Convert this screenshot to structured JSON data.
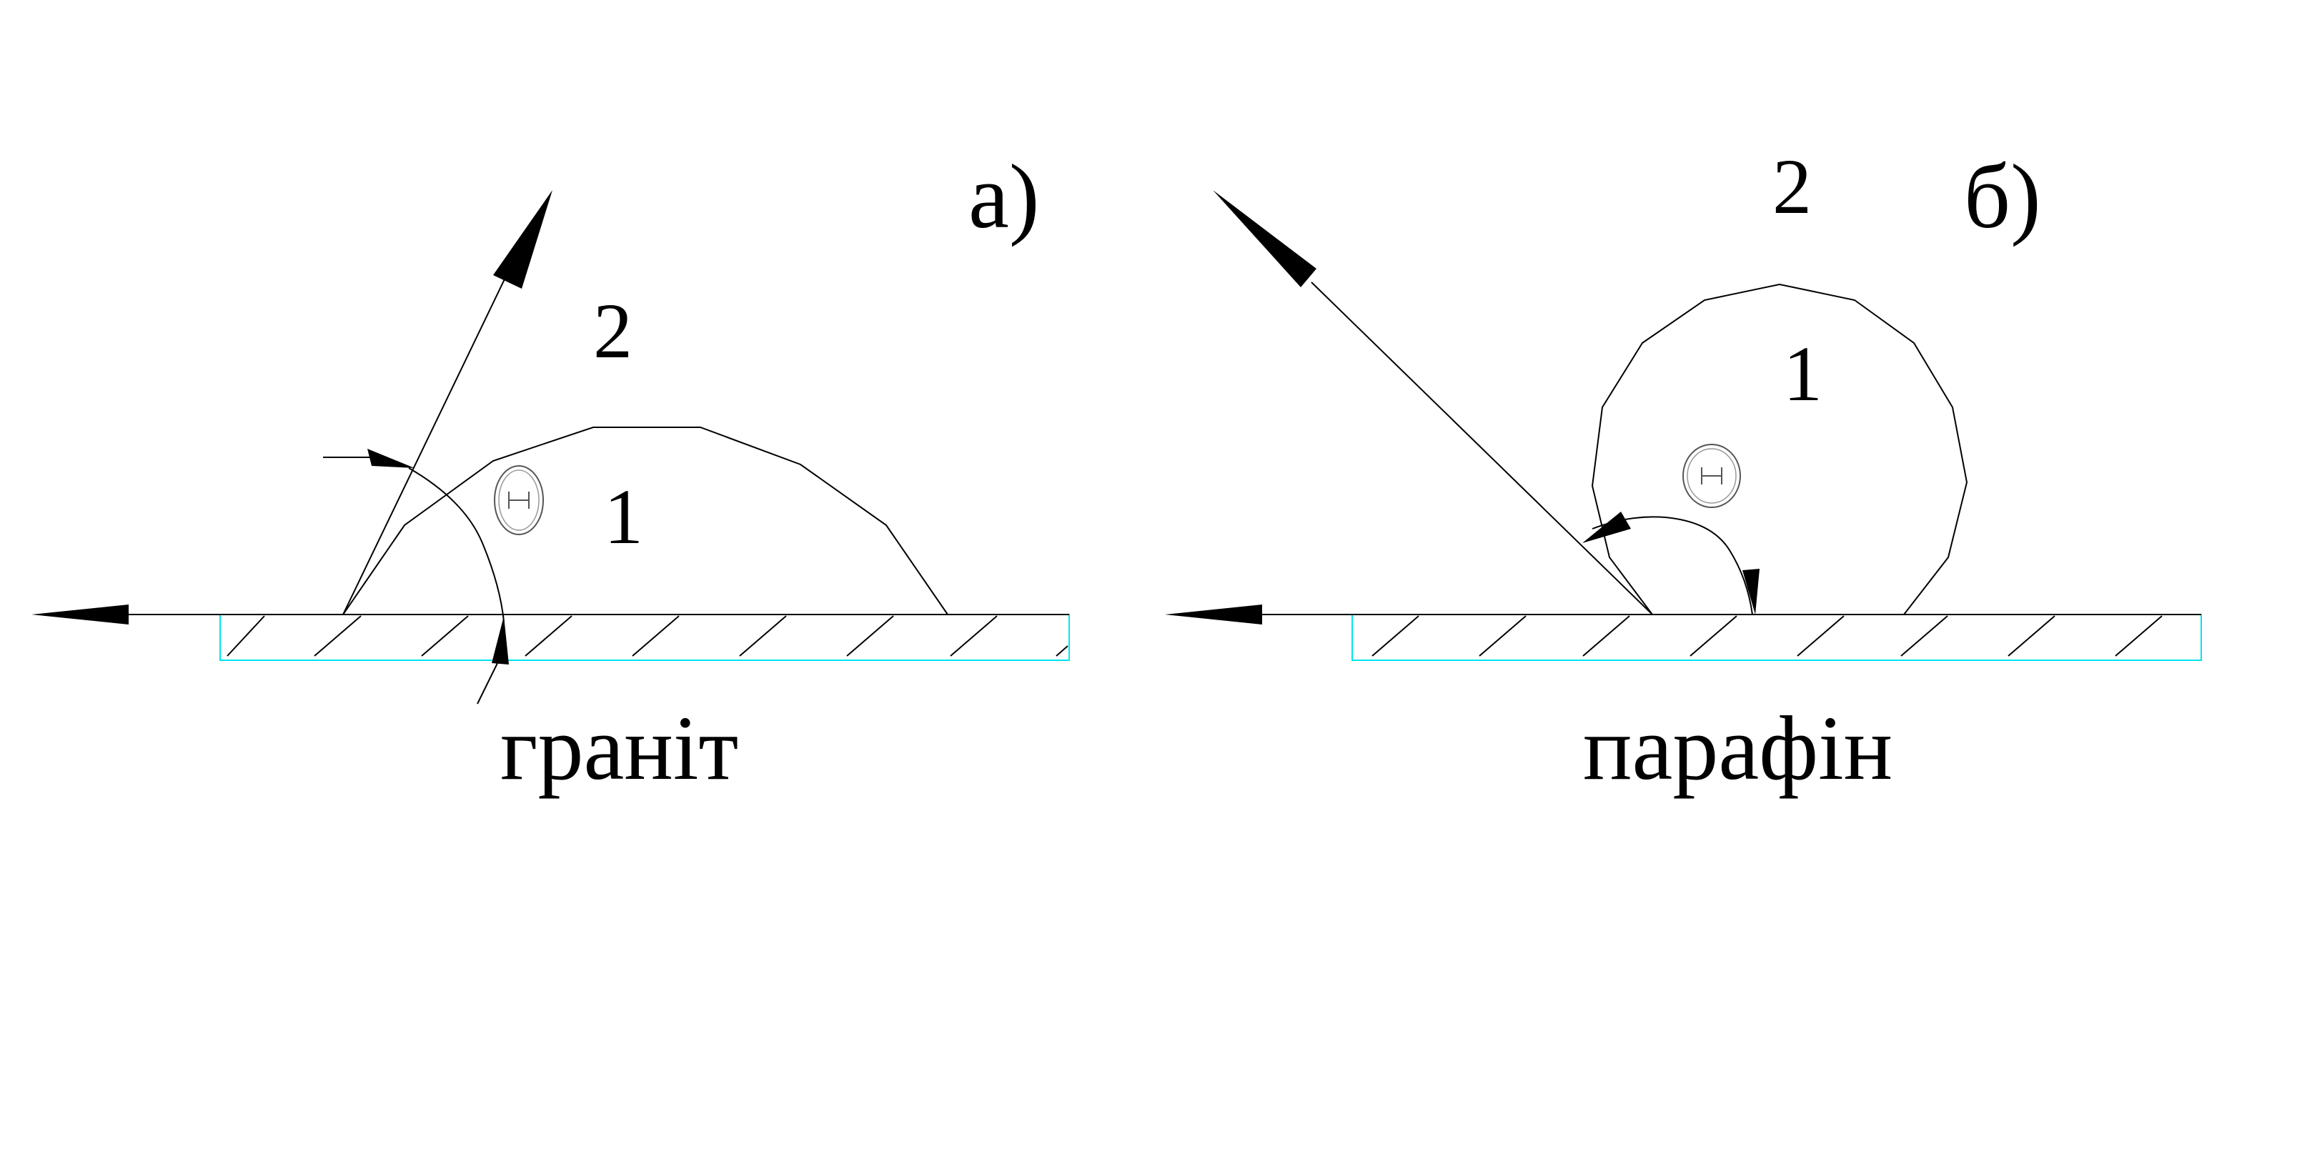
{
  "panels": [
    {
      "id": "a",
      "panel_label": "а)",
      "substrate_label": "граніт",
      "liquid_label": "1",
      "medium_label": "2",
      "angle_symbol": "Θ"
    },
    {
      "id": "b",
      "panel_label": "б)",
      "substrate_label": "парафін",
      "liquid_label": "1",
      "medium_label": "2",
      "angle_symbol": "Θ"
    }
  ],
  "colors": {
    "line": "#000000",
    "hatch_frame": "#00e5ee",
    "background": "#ffffff"
  }
}
